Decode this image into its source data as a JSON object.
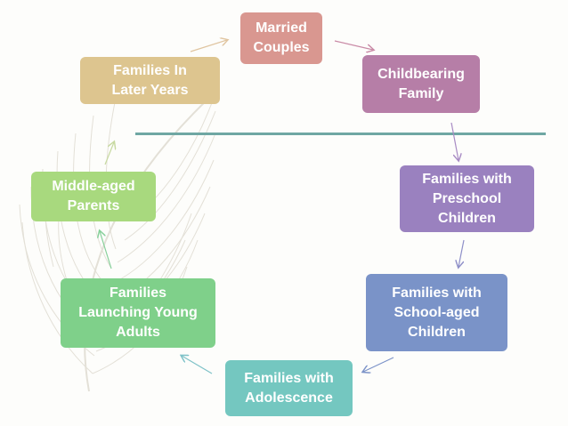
{
  "diagram": {
    "stages": [
      {
        "id": "married",
        "label": "Married\nCouples",
        "color": "#d99790"
      },
      {
        "id": "childbearing",
        "label": "Childbearing\nFamily",
        "color": "#b67ea7"
      },
      {
        "id": "preschool",
        "label": "Families with\nPreschool\nChildren",
        "color": "#9a81bf"
      },
      {
        "id": "schoolaged",
        "label": "Families with\nSchool-aged\nChildren",
        "color": "#7a93c8"
      },
      {
        "id": "adolescence",
        "label": "Families with\nAdolescence",
        "color": "#74c7c0"
      },
      {
        "id": "launching",
        "label": "Families\nLaunching Young\nAdults",
        "color": "#7fd08a"
      },
      {
        "id": "middleaged",
        "label": "Middle-aged\nParents",
        "color": "#a8d97e"
      },
      {
        "id": "lateryears",
        "label": "Families In\nLater Years",
        "color": "#ddc58f"
      }
    ],
    "colors": {
      "divider": "#6fa7a3",
      "feather": "#c9c3b3"
    }
  }
}
